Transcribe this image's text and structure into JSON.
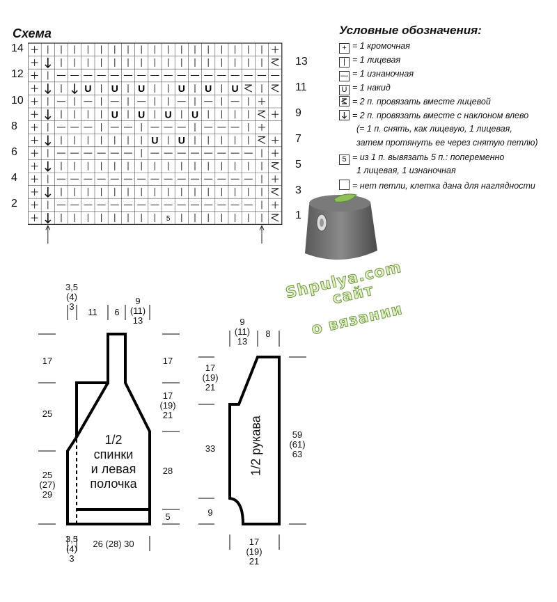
{
  "scheme": {
    "title": "Схема",
    "left_row_numbers": [
      "14",
      "12",
      "10",
      "8",
      "6",
      "4",
      "2"
    ],
    "right_row_numbers": [
      "13",
      "11",
      "9",
      "7",
      "5",
      "3",
      "1"
    ]
  },
  "legend": {
    "title": "Условные обозначения:",
    "items": [
      {
        "symbol": "+",
        "text": "= 1 кромочная"
      },
      {
        "symbol": "|",
        "text": "= 1 лицевая"
      },
      {
        "symbol": "—",
        "text": "= 1 изнаночная"
      },
      {
        "symbol": "U",
        "text": "= 1 накид"
      },
      {
        "symbol": "knit-2-together-icon",
        "text": "= 2 п. провязать вместе лицевой"
      },
      {
        "symbol": "ssk-icon",
        "text": "= 2 п. провязать вместе с наклоном влево"
      },
      {
        "symbol": "5",
        "text": "= из 1 п. вывязать 5 п.: попеременно"
      },
      {
        "symbol": "",
        "text": "= нет петли, клетка дана для наглядности"
      }
    ],
    "continuations": [
      "(= 1 п. снять, как лицевую, 1 лицевая,",
      "затем протянуть ее через снятую петлю)",
      "1 лицевая, 1 изнаночная"
    ]
  },
  "watermark": {
    "line1": "Shpulya.com",
    "line2": "сайт",
    "line3": "о вязании"
  },
  "body_pattern": {
    "label": [
      "1/2",
      "спинки",
      "и левая",
      "полочка"
    ],
    "top_dims": {
      "a": [
        "3,5",
        "(4)",
        "3"
      ],
      "b": "11",
      "c": "6",
      "d": [
        "9",
        "(11)",
        "13"
      ]
    },
    "left_dims": {
      "top": "17",
      "mid": "25",
      "low": [
        "25",
        "(27)",
        "29"
      ]
    },
    "right_dims": {
      "top": "17",
      "mid": [
        "17",
        "(19)",
        "21"
      ],
      "low": "28",
      "band": "5"
    },
    "bottom_dims": {
      "a": [
        "3,5",
        "(4)",
        "3"
      ],
      "b": "26 (28) 30"
    }
  },
  "sleeve_pattern": {
    "label": "1/2 рукава",
    "top_dims": {
      "a": [
        "9",
        "(11)",
        "13"
      ],
      "b": "8"
    },
    "left_dims": {
      "top": [
        "17",
        "(19)",
        "21"
      ],
      "mid": "33",
      "low": "9"
    },
    "right_dims": {
      "total": [
        "59",
        "(61)",
        "63"
      ]
    },
    "bottom_dims": [
      "17",
      "(19)",
      "21"
    ]
  }
}
